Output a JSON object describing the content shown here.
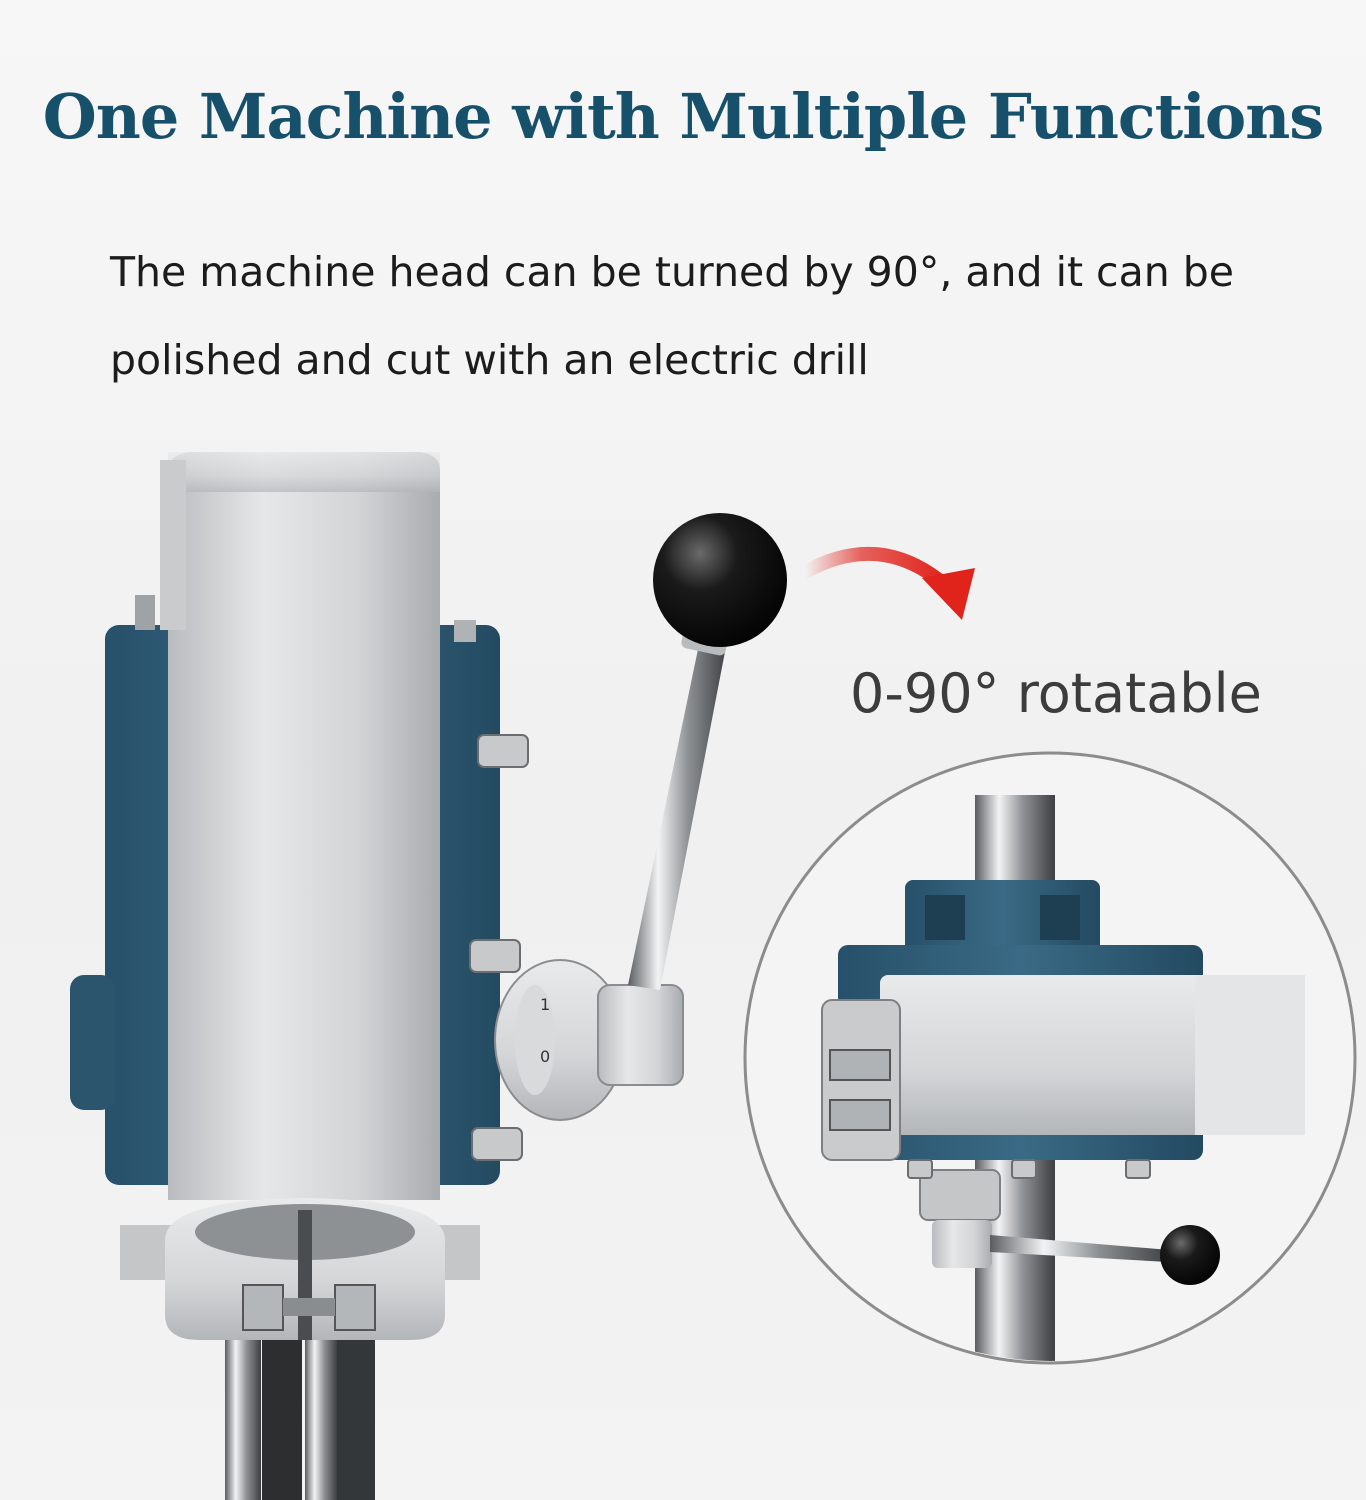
{
  "heading": {
    "title": "One Machine with Multiple Functions",
    "description": "The machine head can be turned by 90°, and it can be polished and cut with an electric drill"
  },
  "callout": {
    "label": "0-90° rotatable"
  },
  "dial": {
    "mark_1": "1",
    "mark_0": "0"
  },
  "colors": {
    "title": "#17506a",
    "housing_blue": "#2f5a72",
    "arrow_red": "#e0231b",
    "aluminum": "#d4d6d8"
  },
  "icons": [
    "rotation-arrow-icon"
  ]
}
